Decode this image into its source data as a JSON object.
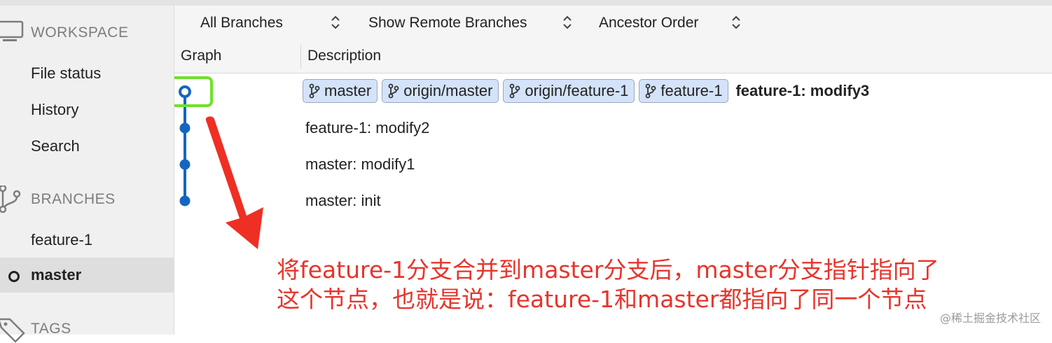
{
  "sidebar": {
    "workspace_label": "WORKSPACE",
    "workspace_items": [
      "File status",
      "History",
      "Search"
    ],
    "branches_label": "BRANCHES",
    "branches": [
      {
        "name": "feature-1",
        "current": false
      },
      {
        "name": "master",
        "current": true
      }
    ],
    "tags_label": "TAGS"
  },
  "toolbar": {
    "branch_filter": "All Branches",
    "remote_filter": "Show Remote Branches",
    "order": "Ancestor Order"
  },
  "columns": {
    "graph": "Graph",
    "description": "Description"
  },
  "commits": [
    {
      "message": "feature-1: modify3",
      "refs": [
        "master",
        "origin/master",
        "origin/feature-1",
        "feature-1"
      ],
      "head": true
    },
    {
      "message": "feature-1: modify2",
      "refs": [],
      "head": false
    },
    {
      "message": "master: modify1",
      "refs": [],
      "head": false
    },
    {
      "message": "master: init",
      "refs": [],
      "head": false
    }
  ],
  "annotation": {
    "line1": "将feature-1分支合并到master分支后，master分支指针指向了",
    "line2": "这个节点，也就是说：feature-1和master都指向了同一个节点"
  },
  "watermark": "@稀土掘金技术社区",
  "colors": {
    "graph_line": "#1565c0",
    "ref_tag_bg": "#d4e3fa",
    "highlight_box": "#6ee12b",
    "annotation": "#e8342b"
  },
  "icons": {
    "workspace": "monitor-icon",
    "branches": "branch-icon",
    "tags": "tag-icon",
    "ref": "branch-icon",
    "sort": "chevron-up-down-icon"
  }
}
